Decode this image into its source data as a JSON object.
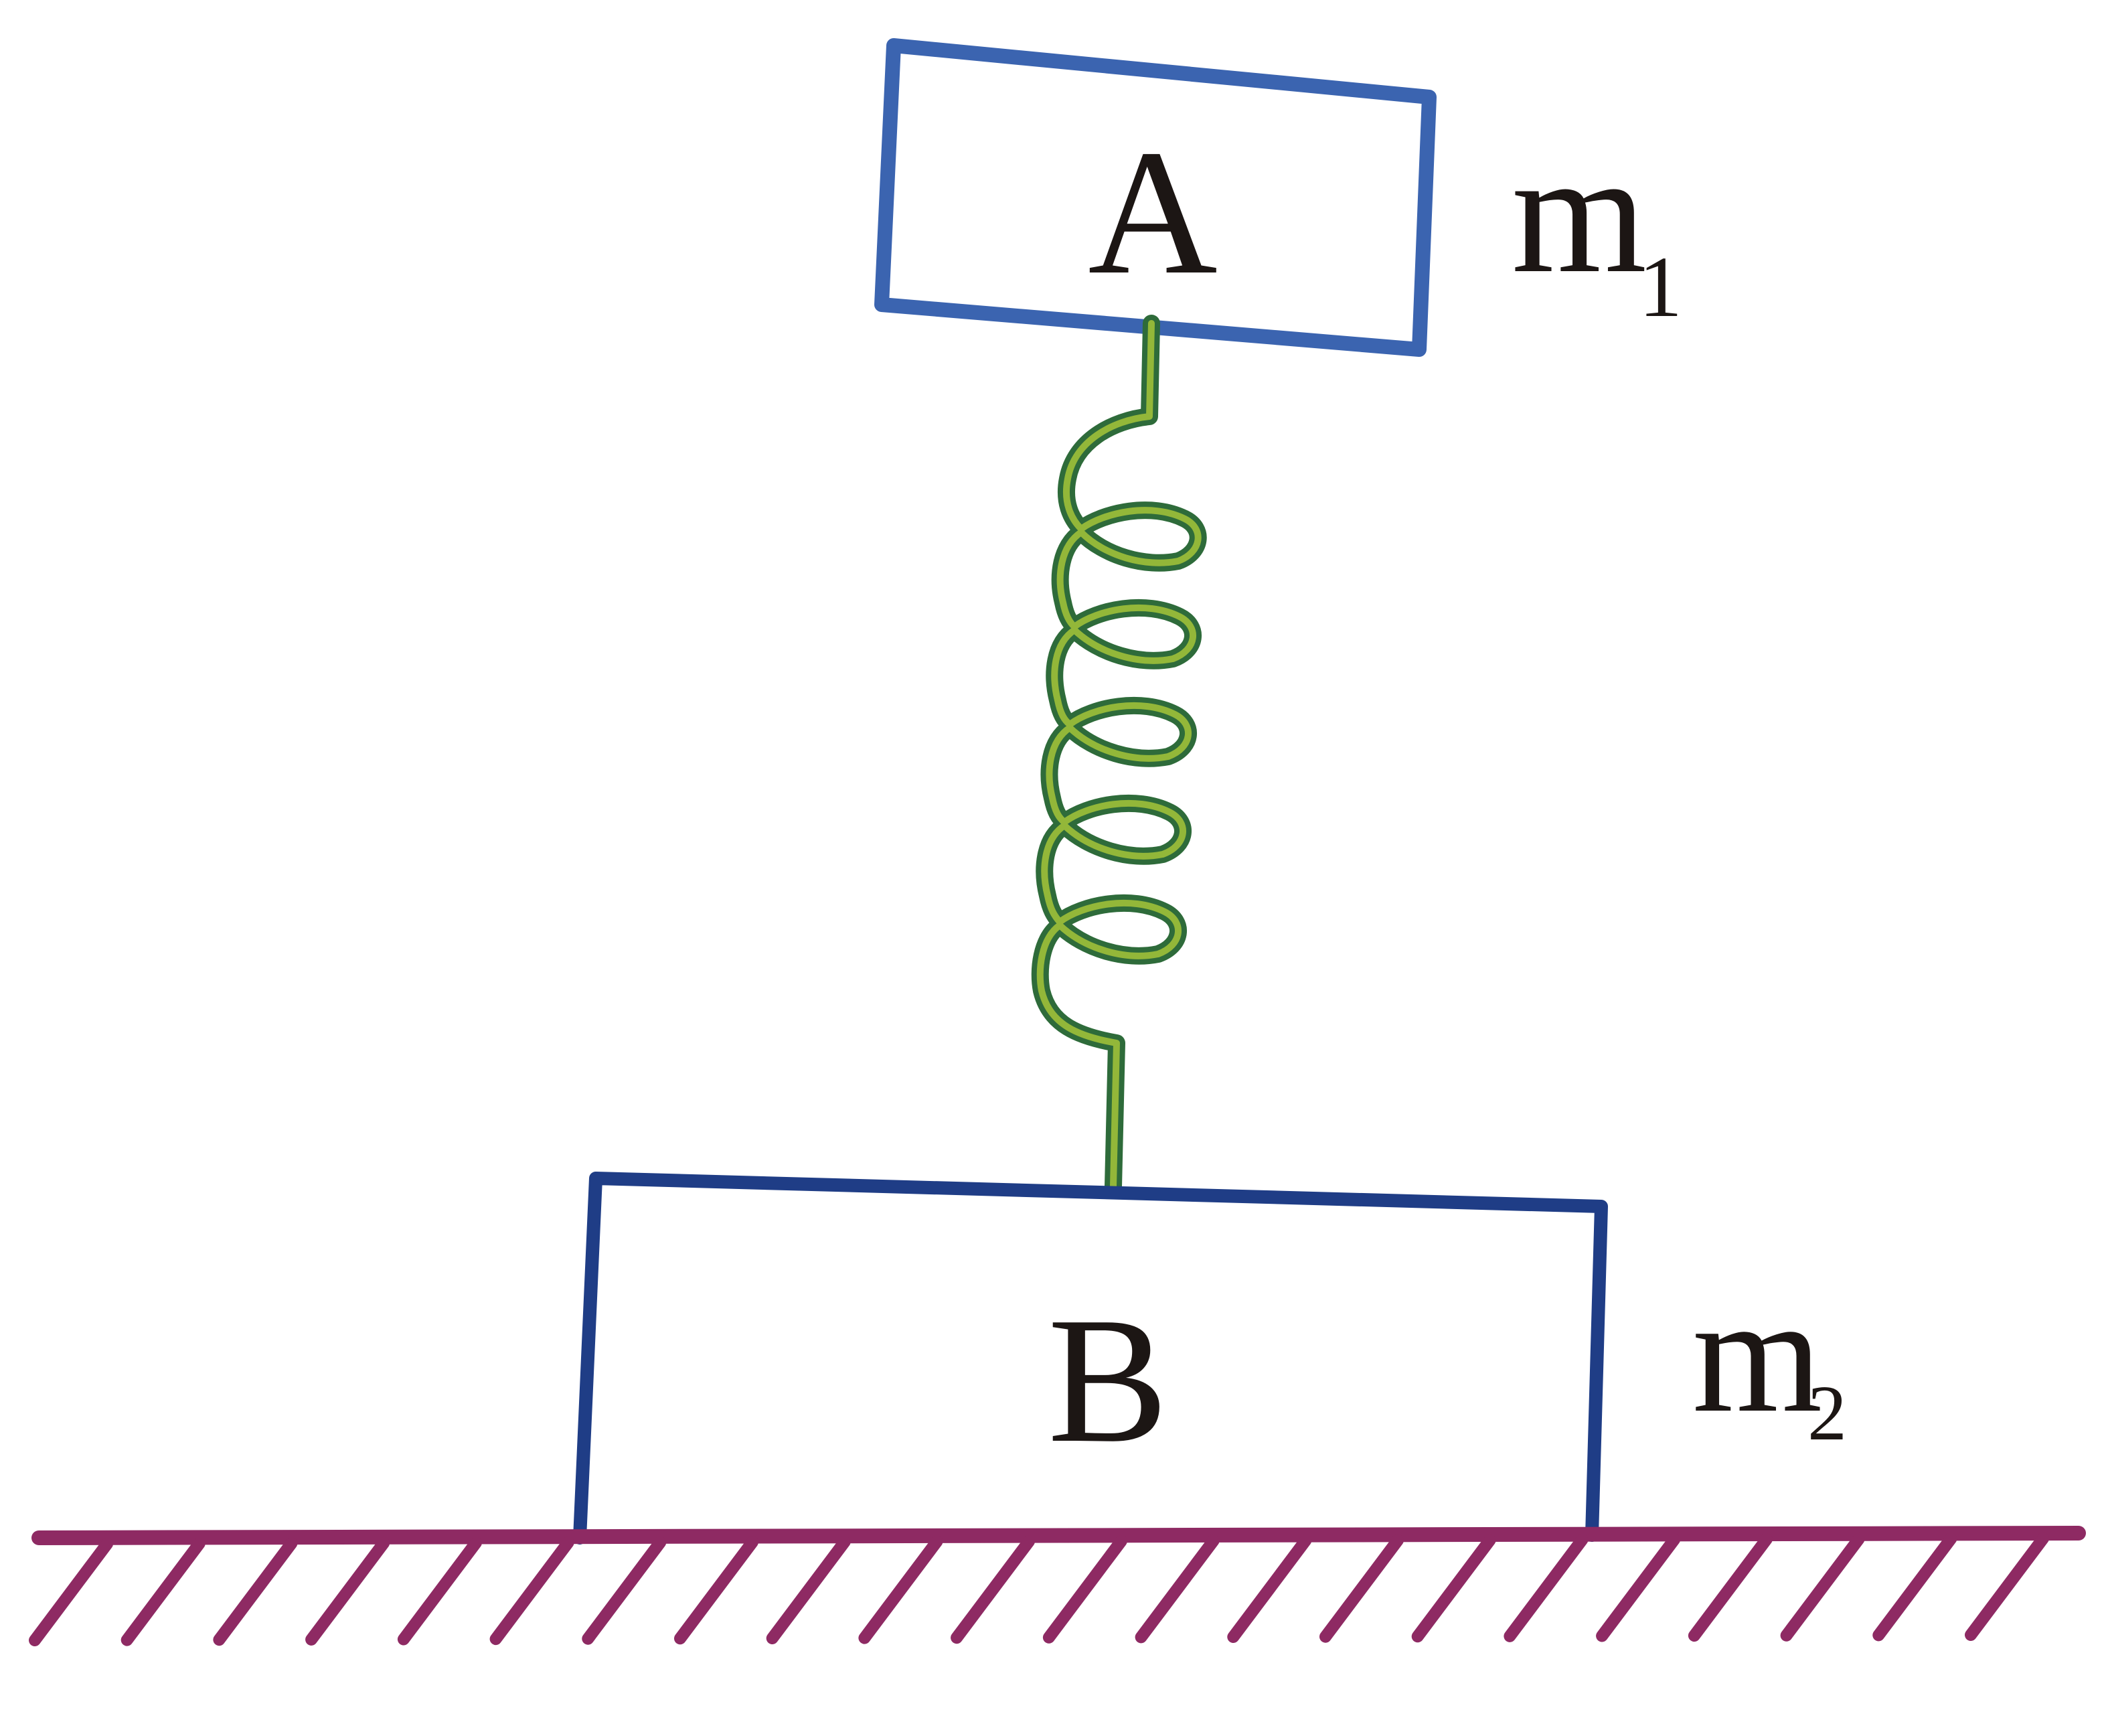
{
  "figure": {
    "type": "physics-diagram",
    "description": "Two blocks connected by a vertical spring; block B rests on a hatched ground surface"
  },
  "blocks": [
    {
      "id": "A",
      "label": "A",
      "mass_label": "m",
      "mass_subscript": "1",
      "position": "top",
      "stroke_color": "#3b64b0"
    },
    {
      "id": "B",
      "label": "B",
      "mass_label": "m",
      "mass_subscript": "2",
      "position": "bottom",
      "stroke_color": "#1f3d86"
    }
  ],
  "spring": {
    "coils": 5,
    "color": "#6f9a2a",
    "connects": [
      "A",
      "B"
    ]
  },
  "ground": {
    "color": "#8e2a63",
    "hatch_count": 22
  }
}
